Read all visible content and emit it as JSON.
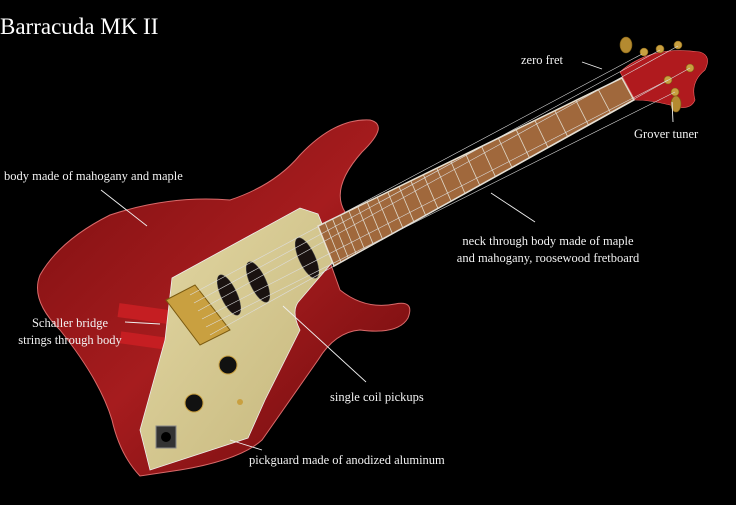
{
  "title": "Barracuda MK II",
  "annotations": {
    "zero_fret": "zero fret",
    "grover_tuner": "Grover tuner",
    "body": "body made of mahogany and maple",
    "neck_line1": "neck through body made of maple",
    "neck_line2": "and mahogany, roosewood fretboard",
    "bridge_line1": "Schaller bridge",
    "bridge_line2": "strings through body",
    "pickups": "single coil pickups",
    "pickguard": "pickguard made of anodized aluminum"
  },
  "colors": {
    "background": "#000000",
    "body": "#9e1a1c",
    "pickguard": "#d6c98f",
    "fretboard": "#a0683c",
    "hardware": "#c9a040"
  }
}
